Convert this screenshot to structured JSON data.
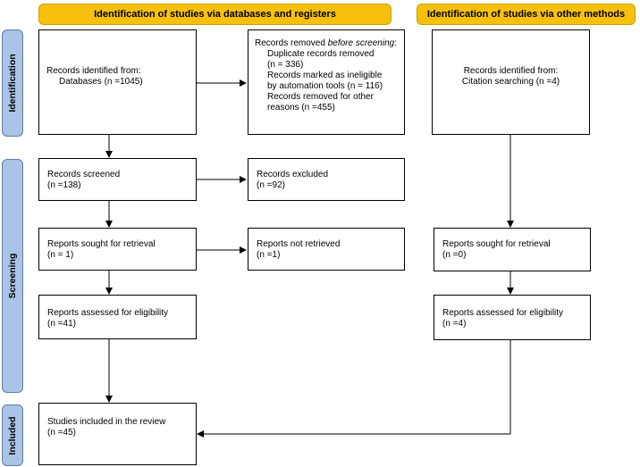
{
  "headers": {
    "databases": "Identification of studies via databases and registers",
    "other": "Identification of studies via other methods"
  },
  "phases": {
    "identification": "Identification",
    "screening": "Screening",
    "included": "Included"
  },
  "db_identified": {
    "line1": "Records identified from:",
    "line2": "Databases (n =1045)"
  },
  "removed": {
    "title_prefix": "Records removed ",
    "title_italic": "before screening",
    "title_suffix": ":",
    "items": [
      "Duplicate records removed",
      "(n = 336)",
      "Records marked as ineligible",
      "by automation tools (n = 116)",
      "Records removed for other",
      "reasons (n =455)"
    ]
  },
  "screened": {
    "line1": "Records screened",
    "line2": "(n =138)"
  },
  "excluded": {
    "line1": "Records excluded",
    "line2": "(n =92)"
  },
  "sought_db": {
    "line1": "Reports sought for retrieval",
    "line2": "(n = 1)"
  },
  "not_retrieved": {
    "line1": "Reports not retrieved",
    "line2": "(n =1)"
  },
  "assessed_db": {
    "line1": "Reports assessed for eligibility",
    "line2": "(n =41)"
  },
  "included": {
    "line1": "Studies included in the review",
    "line2": "(n =45)"
  },
  "other_identified": {
    "line1": "Records identified from:",
    "line2": "Citation searching (n =4)"
  },
  "sought_other": {
    "line1": "Reports sought for retrieval",
    "line2": "(n =0)"
  },
  "assessed_other": {
    "line1": "Reports assessed for eligibility",
    "line2": "(n =4)"
  }
}
